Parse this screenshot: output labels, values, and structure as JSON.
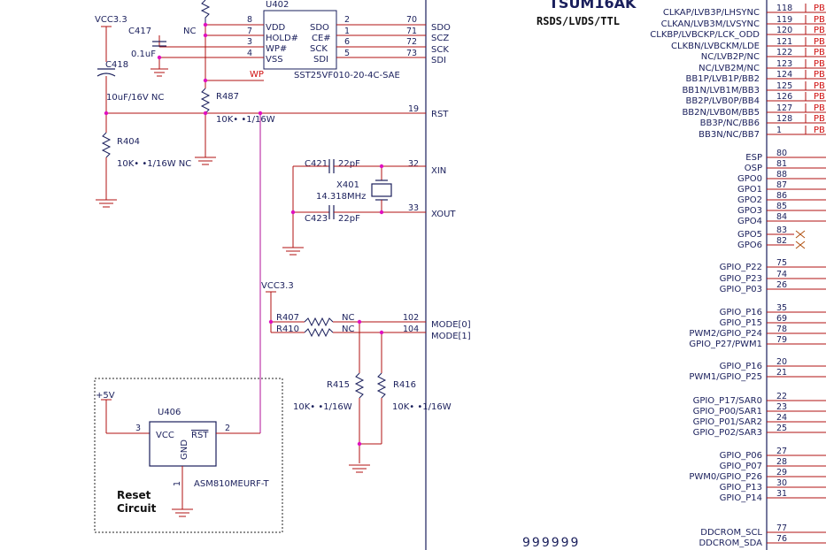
{
  "chip_left": {
    "ref": "U402",
    "part": "SST25VF010-20-4C-SAE",
    "pins_left": [
      {
        "num": "8",
        "name": "VDD"
      },
      {
        "num": "7",
        "name": "HOLD#"
      },
      {
        "num": "3",
        "name": "WP#"
      },
      {
        "num": "4",
        "name": "VSS"
      }
    ],
    "pins_right": [
      {
        "num": "2",
        "name": "SDO"
      },
      {
        "num": "1",
        "name": "CE#"
      },
      {
        "num": "6",
        "name": "SCK"
      },
      {
        "num": "5",
        "name": "SDI"
      }
    ],
    "wp_label": "WP"
  },
  "main_chip": {
    "title": "TSUM16AK",
    "subtitle": "RSDS/LVDS/TTL",
    "left_pins": [
      {
        "num": "70",
        "name": "SDO"
      },
      {
        "num": "71",
        "name": "SCZ"
      },
      {
        "num": "72",
        "name": "SCK"
      },
      {
        "num": "73",
        "name": "SDI"
      },
      {
        "num": "19",
        "name": "RST"
      },
      {
        "num": "32",
        "name": "XIN"
      },
      {
        "num": "33",
        "name": "XOUT"
      },
      {
        "num": "102",
        "name": "MODE[0]"
      },
      {
        "num": "104",
        "name": "MODE[1]"
      }
    ],
    "right_pins_top": [
      {
        "num": "118",
        "name": "CLKAP/LVB3P/LHSYNC",
        "net": "PB"
      },
      {
        "num": "119",
        "name": "CLKAN/LVB3M/LVSYNC",
        "net": "PB"
      },
      {
        "num": "120",
        "name": "CLKBP/LVBCKP/LCK_ODD",
        "net": "PB"
      },
      {
        "num": "121",
        "name": "CLKBN/LVBCKM/LDE",
        "net": "PB"
      },
      {
        "num": "122",
        "name": "NC/LVB2P/NC",
        "net": "PB"
      },
      {
        "num": "123",
        "name": "NC/LVB2M/NC",
        "net": "PB"
      },
      {
        "num": "124",
        "name": "BB1P/LVB1P/BB2",
        "net": "PB"
      },
      {
        "num": "125",
        "name": "BB1N/LVB1M/BB3",
        "net": "PB"
      },
      {
        "num": "126",
        "name": "BB2P/LVB0P/BB4",
        "net": "PB"
      },
      {
        "num": "127",
        "name": "BB2N/LVB0M/BB5",
        "net": "PB"
      },
      {
        "num": "128",
        "name": "BB3P/NC/BB6",
        "net": "PB"
      },
      {
        "num": "1",
        "name": "BB3N/NC/BB7",
        "net": "PB"
      }
    ],
    "right_pins_gpio": [
      {
        "num": "80",
        "name": "ESP"
      },
      {
        "num": "81",
        "name": "OSP"
      },
      {
        "num": "88",
        "name": "GPO0"
      },
      {
        "num": "87",
        "name": "GPO1"
      },
      {
        "num": "86",
        "name": "GPO2"
      },
      {
        "num": "85",
        "name": "GPO3"
      },
      {
        "num": "84",
        "name": "GPO4"
      },
      {
        "num": "83",
        "name": "GPO5"
      },
      {
        "num": "82",
        "name": "GPO6"
      },
      {
        "num": "75",
        "name": "GPIO_P22"
      },
      {
        "num": "74",
        "name": "GPIO_P23"
      },
      {
        "num": "26",
        "name": "GPIO_P03"
      },
      {
        "num": "35",
        "name": "GPIO_P16"
      },
      {
        "num": "69",
        "name": "GPIO_P15"
      },
      {
        "num": "78",
        "name": "PWM2/GPIO_P24"
      },
      {
        "num": "79",
        "name": "GPIO_P27/PWM1"
      },
      {
        "num": "20",
        "name": "GPIO_P16"
      },
      {
        "num": "21",
        "name": "PWM1/GPIO_P25"
      },
      {
        "num": "22",
        "name": "GPIO_P17/SAR0"
      },
      {
        "num": "23",
        "name": "GPIO_P00/SAR1"
      },
      {
        "num": "24",
        "name": "GPIO_P01/SAR2"
      },
      {
        "num": "25",
        "name": "GPIO_P02/SAR3"
      },
      {
        "num": "27",
        "name": "GPIO_P06"
      },
      {
        "num": "28",
        "name": "GPIO_P07"
      },
      {
        "num": "29",
        "name": "PWM0/GPIO_P26"
      },
      {
        "num": "30",
        "name": "GPIO_P13"
      },
      {
        "num": "31",
        "name": "GPIO_P14"
      },
      {
        "num": "77",
        "name": "DDCROM_SCL"
      },
      {
        "num": "76",
        "name": "DDCROM_SDA"
      }
    ]
  },
  "components": {
    "vcc_top": "VCC3.3",
    "c417": "C417",
    "c417_val": "0.1uF",
    "nc1": "NC",
    "c418": "C418",
    "c418_val": "10uF/16V NC",
    "r487": "R487",
    "r487_val": "10K• •1/16W",
    "r404": "R404",
    "r404_val": "10K• •1/16W NC",
    "c421": "C421",
    "c421_val": "22pF",
    "c423": "C423",
    "c423_val": "22pF",
    "x401": "X401",
    "x401_val": "14.318MHz",
    "vcc_mid": "VCC3.3",
    "r407": "R407",
    "r410": "R410",
    "nc_r407": "NC",
    "nc_r410": "NC",
    "r415": "R415",
    "r415_val": "10K• •1/16W",
    "r416": "R416",
    "r416_val": "10K• •1/16W",
    "v5": "+5V",
    "u406": "U406",
    "u406_vcc": "VCC",
    "u406_gnd": "GND",
    "u406_rst": "RST",
    "u406_part": "ASM810MEURF-T",
    "u406_pin3": "3",
    "u406_pin2": "2",
    "u406_pin1": "1",
    "reset_line1": "Reset",
    "reset_line2": "Circuit",
    "bottom_marks": "999999"
  }
}
